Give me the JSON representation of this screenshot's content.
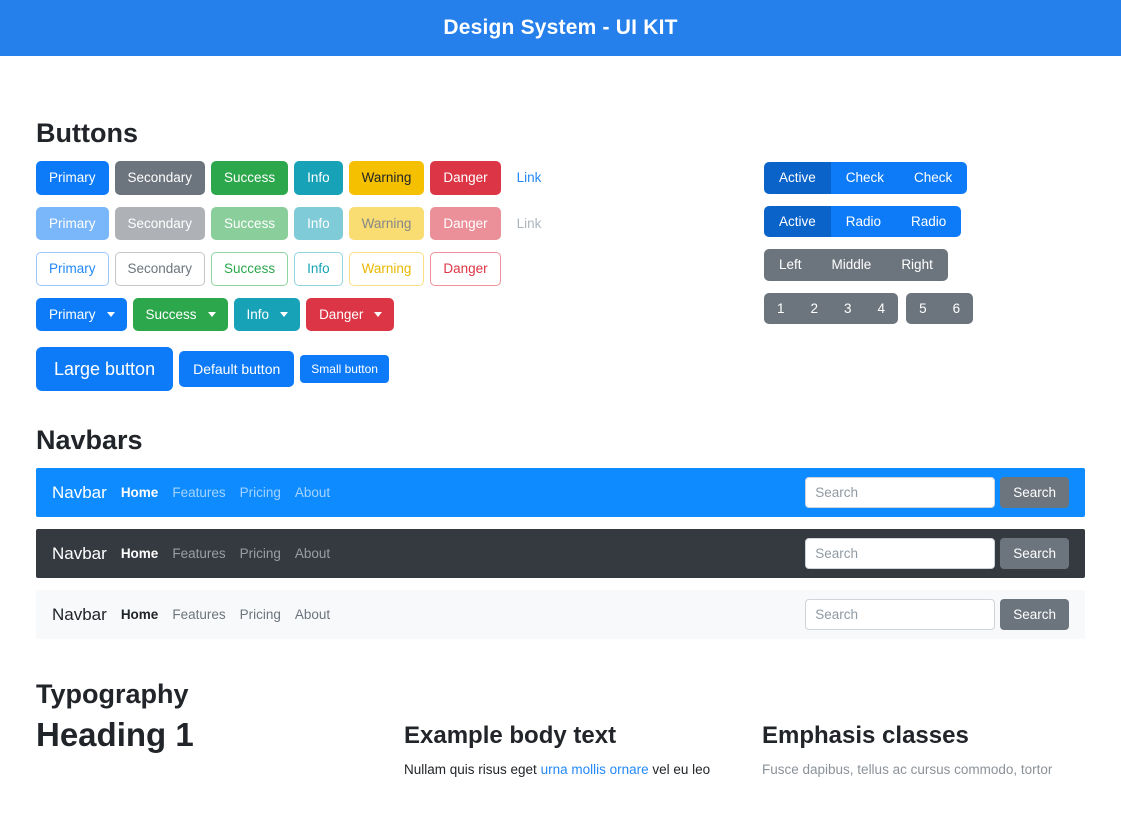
{
  "header": {
    "title": "Design System - UI KIT"
  },
  "buttons": {
    "heading": "Buttons",
    "solid": [
      {
        "label": "Primary",
        "variant": "primary"
      },
      {
        "label": "Secondary",
        "variant": "secondary"
      },
      {
        "label": "Success",
        "variant": "success"
      },
      {
        "label": "Info",
        "variant": "info"
      },
      {
        "label": "Warning",
        "variant": "warning"
      },
      {
        "label": "Danger",
        "variant": "danger"
      }
    ],
    "link_label": "Link",
    "disabled": [
      {
        "label": "Primary"
      },
      {
        "label": "Secondary"
      },
      {
        "label": "Success"
      },
      {
        "label": "Info"
      },
      {
        "label": "Warning"
      },
      {
        "label": "Danger"
      }
    ],
    "disabled_link_label": "Link",
    "outline": [
      {
        "label": "Primary"
      },
      {
        "label": "Secondary"
      },
      {
        "label": "Success"
      },
      {
        "label": "Info"
      },
      {
        "label": "Warning"
      },
      {
        "label": "Danger"
      }
    ],
    "dropdowns": [
      {
        "label": "Primary"
      },
      {
        "label": "Success"
      },
      {
        "label": "Info"
      },
      {
        "label": "Danger"
      }
    ],
    "sizes": [
      {
        "label": "Large button"
      },
      {
        "label": "Default button"
      },
      {
        "label": "Small button"
      }
    ]
  },
  "groups": {
    "checks": [
      {
        "label": "Active",
        "active": true
      },
      {
        "label": "Check",
        "active": false
      },
      {
        "label": "Check",
        "active": false
      }
    ],
    "radios": [
      {
        "label": "Active",
        "active": true
      },
      {
        "label": "Radio",
        "active": false
      },
      {
        "label": "Radio",
        "active": false
      }
    ],
    "positions": [
      {
        "label": "Left"
      },
      {
        "label": "Middle"
      },
      {
        "label": "Right"
      }
    ],
    "toolbar_first": [
      {
        "label": "1"
      },
      {
        "label": "2"
      },
      {
        "label": "3"
      },
      {
        "label": "4"
      }
    ],
    "toolbar_second": [
      {
        "label": "5"
      },
      {
        "label": "6"
      }
    ]
  },
  "navbars": {
    "heading": "Navbars",
    "brand": "Navbar",
    "links": [
      {
        "label": "Home",
        "active": true
      },
      {
        "label": "Features",
        "active": false
      },
      {
        "label": "Pricing",
        "active": false
      },
      {
        "label": "About",
        "active": false
      }
    ],
    "search_placeholder": "Search",
    "search_button": "Search",
    "variants": [
      "blue",
      "dark",
      "light"
    ]
  },
  "typography": {
    "heading": "Typography",
    "h1": "Heading 1",
    "body_title": "Example body text",
    "body_text_before": "Nullam quis risus eget ",
    "body_link": "urna mollis ornare",
    "body_text_after": " vel eu leo",
    "emphasis_title": "Emphasis classes",
    "emphasis_text": "Fusce dapibus, tellus ac cursus commodo, tortor"
  },
  "colors": {
    "brand_blue": "#2680eb",
    "primary": "#0d7bf7",
    "secondary": "#6c757d",
    "success": "#2ca74b",
    "info": "#18a2b8",
    "warning": "#f5c000",
    "danger": "#dc3545",
    "navbar_blue": "#0d8bff",
    "navbar_dark": "#343a40",
    "navbar_light": "#f8f9fa"
  }
}
